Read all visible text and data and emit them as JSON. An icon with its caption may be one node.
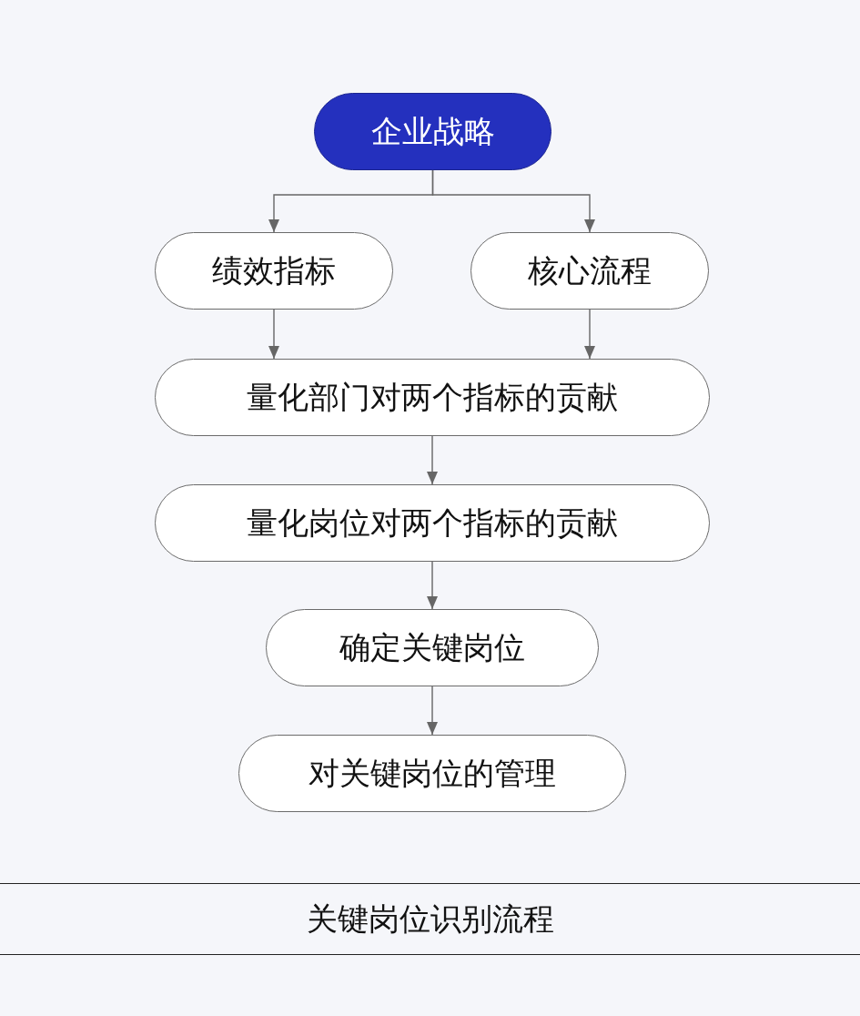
{
  "diagram": {
    "caption": "关键岗位识别流程",
    "nodes": [
      {
        "text": [
          "企业战略"
        ]
      },
      {
        "text": [
          "绩效指标"
        ]
      },
      {
        "text": [
          "核心流程"
        ]
      },
      {
        "text": [
          "量化部门对两个指标的贡献"
        ]
      },
      {
        "text": [
          "量化岗位对两个指标的贡献"
        ]
      },
      {
        "text": [
          "确定关键岗位"
        ]
      },
      {
        "text": [
          "对关键岗位的管理"
        ]
      }
    ],
    "edges": [
      {
        "from": 0,
        "to": 1,
        "arrow": "to"
      },
      {
        "from": 0,
        "to": 2,
        "arrow": "to"
      },
      {
        "from": 1,
        "to": 3,
        "arrow": "to"
      },
      {
        "from": 2,
        "to": 3,
        "arrow": "to"
      },
      {
        "from": 3,
        "to": 4,
        "arrow": "to"
      },
      {
        "from": 4,
        "to": 5,
        "arrow": "to"
      },
      {
        "from": 5,
        "to": 6,
        "arrow": "to"
      }
    ]
  }
}
